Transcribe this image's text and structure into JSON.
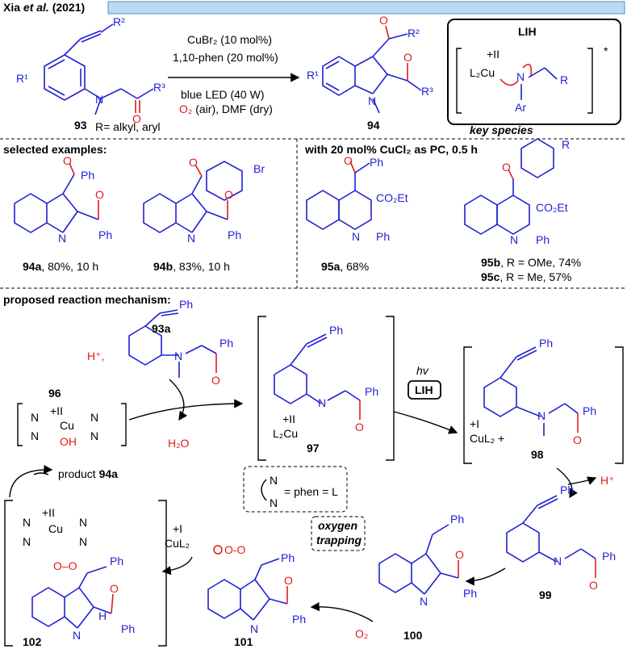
{
  "header": {
    "author": "Xia ",
    "etal": "et al.",
    "year": " (2021)",
    "bar_color": "#bcd8f2"
  },
  "reaction": {
    "cond1": "CuBr₂ (10 mol%)",
    "cond2": "1,10-phen (20 mol%)",
    "cond3": "blue LED (40 W)",
    "cond4a": "O₂",
    "cond4b": " (air), DMF (dry)",
    "sm_label": "93",
    "product_label": "94",
    "r_note": "R= alkyl, aryl",
    "r1": "R¹",
    "r2": "R²",
    "r3": "R³",
    "r2p": "R²",
    "r3p": "R³"
  },
  "lih": {
    "title": "LIH",
    "ox": "+II",
    "l2cu": "L₂Cu",
    "n": "N",
    "r": "R",
    "ar": "Ar",
    "star": "*",
    "caption": "key species"
  },
  "examples": {
    "heading": "selected examples:",
    "heading2": "with 20 mol% CuCl₂ as PC, 0.5 h",
    "ex1": {
      "id": "94a",
      "text": ", 80%, 10 h"
    },
    "ex2": {
      "id": "94b",
      "text": ", 83%, 10 h"
    },
    "ex3": {
      "id": "95a",
      "text": ", 68%"
    },
    "ex4": {
      "id": "95b",
      "text": ", R = OMe, 74%"
    },
    "ex5": {
      "id": "95c",
      "text": ", R = Me, 57%"
    },
    "ph": "Ph",
    "br": "Br",
    "co2et": "CO₂Et",
    "r": "R",
    "n": "N"
  },
  "mechanism": {
    "heading": "proposed reaction mechanism:",
    "h_plus": "H⁺,",
    "sm": "93a",
    "c96": "96",
    "c97": "97",
    "c98": "98",
    "c99": "99",
    "c100": "100",
    "c101": "101",
    "c102": "102",
    "water": "H₂O",
    "product": "product ",
    "product_id": "94a",
    "hv": "hv",
    "lih": "LIH",
    "legend": "= phen = L",
    "ox_trap1": "oxygen",
    "ox_trap2": "trapping",
    "o2": "O₂",
    "h_out": "H⁺",
    "cu_I_l2": "CuL₂ +",
    "plus_I": "+I",
    "cul2": "CuL₂",
    "l2cu": "L₂Cu",
    "plus_II": "+II"
  }
}
